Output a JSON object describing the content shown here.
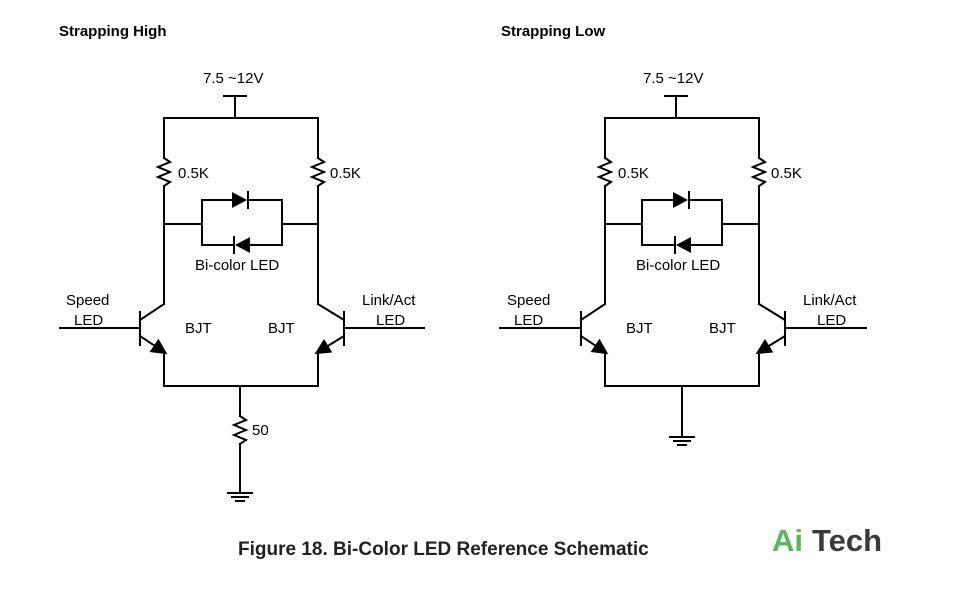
{
  "colors": {
    "logo_ai": "#5bb85a",
    "logo_tech": "#3a3a3a",
    "line": "#000000"
  },
  "left_panel": {
    "title": "Strapping High",
    "supply": "7.5 ~12V",
    "r_left": "0.5K",
    "r_right": "0.5K",
    "led": "Bi-color LED",
    "in_left_1": "Speed",
    "in_left_2": "LED",
    "in_right_1": "Link/Act",
    "in_right_2": "LED",
    "bjt_left": "BJT",
    "bjt_right": "BJT",
    "r_bottom": "50"
  },
  "right_panel": {
    "title": "Strapping Low",
    "supply": "7.5 ~12V",
    "r_left": "0.5K",
    "r_right": "0.5K",
    "led": "Bi-color LED",
    "in_left_1": "Speed",
    "in_left_2": "LED",
    "in_right_1": "Link/Act",
    "in_right_2": "LED",
    "bjt_left": "BJT",
    "bjt_right": "BJT"
  },
  "caption": "Figure 18. Bi-Color LED Reference Schematic",
  "logo": {
    "part1": "Ai",
    "part2": "Tech"
  }
}
